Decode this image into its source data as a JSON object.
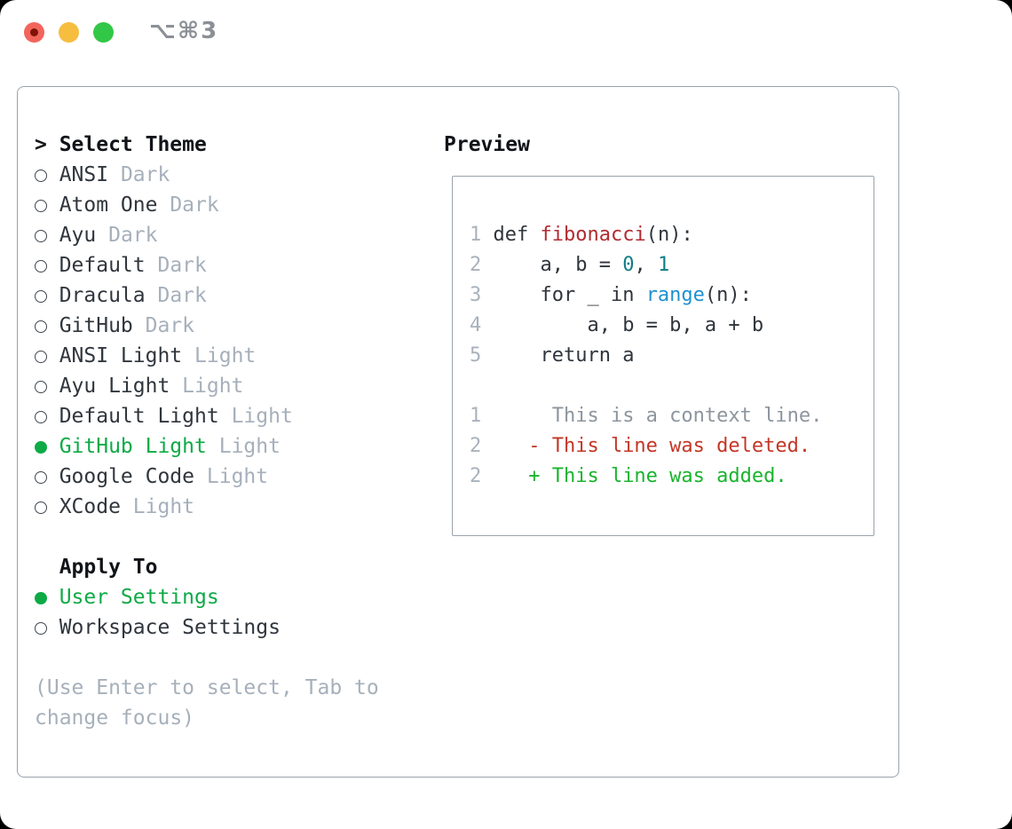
{
  "titlebar": {
    "shortcut": "⌥⌘3",
    "traffic_lights": [
      {
        "name": "close",
        "color": "#F2655C"
      },
      {
        "name": "minimize",
        "color": "#F6BD3F"
      },
      {
        "name": "zoom",
        "color": "#33C748"
      }
    ]
  },
  "theme_picker": {
    "prompt": ">",
    "title": "Select Theme",
    "items": [
      {
        "label": "ANSI",
        "tag": "Dark",
        "selected": false
      },
      {
        "label": "Atom One",
        "tag": "Dark",
        "selected": false
      },
      {
        "label": "Ayu",
        "tag": "Dark",
        "selected": false
      },
      {
        "label": "Default",
        "tag": "Dark",
        "selected": false
      },
      {
        "label": "Dracula",
        "tag": "Dark",
        "selected": false
      },
      {
        "label": "GitHub",
        "tag": "Dark",
        "selected": false
      },
      {
        "label": "ANSI Light",
        "tag": "Light",
        "selected": false
      },
      {
        "label": "Ayu Light",
        "tag": "Light",
        "selected": false
      },
      {
        "label": "Default Light",
        "tag": "Light",
        "selected": false
      },
      {
        "label": "GitHub Light",
        "tag": "Light",
        "selected": true
      },
      {
        "label": "Google Code",
        "tag": "Light",
        "selected": false
      },
      {
        "label": "XCode",
        "tag": "Light",
        "selected": false
      }
    ],
    "apply_to": {
      "title": "Apply To",
      "options": [
        {
          "label": "User Settings",
          "selected": true
        },
        {
          "label": "Workspace Settings",
          "selected": false
        }
      ]
    },
    "hint_lines": [
      "(Use Enter to select, Tab to",
      "change focus)"
    ]
  },
  "preview": {
    "title": "Preview",
    "lines": [
      {
        "num": "1",
        "tokens": [
          {
            "t": " def ",
            "c": "code"
          },
          {
            "t": "fibonacci",
            "c": "func"
          },
          {
            "t": "(n):",
            "c": "code"
          }
        ]
      },
      {
        "num": "2",
        "tokens": [
          {
            "t": "     a, b = ",
            "c": "code"
          },
          {
            "t": "0",
            "c": "number"
          },
          {
            "t": ", ",
            "c": "code"
          },
          {
            "t": "1",
            "c": "number"
          }
        ]
      },
      {
        "num": "3",
        "tokens": [
          {
            "t": "     for _ in ",
            "c": "code"
          },
          {
            "t": "range",
            "c": "builtin"
          },
          {
            "t": "(n):",
            "c": "code"
          }
        ]
      },
      {
        "num": "4",
        "tokens": [
          {
            "t": "         a, b = b, a + b",
            "c": "code"
          }
        ]
      },
      {
        "num": "5",
        "tokens": [
          {
            "t": "     return a",
            "c": "code"
          }
        ]
      },
      {
        "num": "",
        "tokens": []
      },
      {
        "num": "1",
        "tokens": [
          {
            "t": "      This is a context line.",
            "c": "context"
          }
        ]
      },
      {
        "num": "2",
        "tokens": [
          {
            "t": "    - This line was deleted.",
            "c": "deleted"
          }
        ]
      },
      {
        "num": "2",
        "tokens": [
          {
            "t": "    + This line was added.",
            "c": "added"
          }
        ]
      }
    ]
  },
  "colors": {
    "accent_green": "#0EAA46",
    "added_green": "#19B42D",
    "deleted_red": "#C33726",
    "function_red": "#B22B31",
    "number_teal": "#0E7E86",
    "builtin_blue": "#1E91D2",
    "muted_gray": "#A6B0BB",
    "line_number_gray": "#A9B2BC",
    "context_gray": "#8D959E",
    "text_dark": "#30363D",
    "header_black": "#111418",
    "border_gray": "#9AA2AD",
    "titlebar_gray": "#8B9096",
    "traffic_red": "#F2655C",
    "traffic_red_dot": "#801208",
    "traffic_yellow": "#F6BD3F",
    "traffic_green": "#33C748"
  }
}
